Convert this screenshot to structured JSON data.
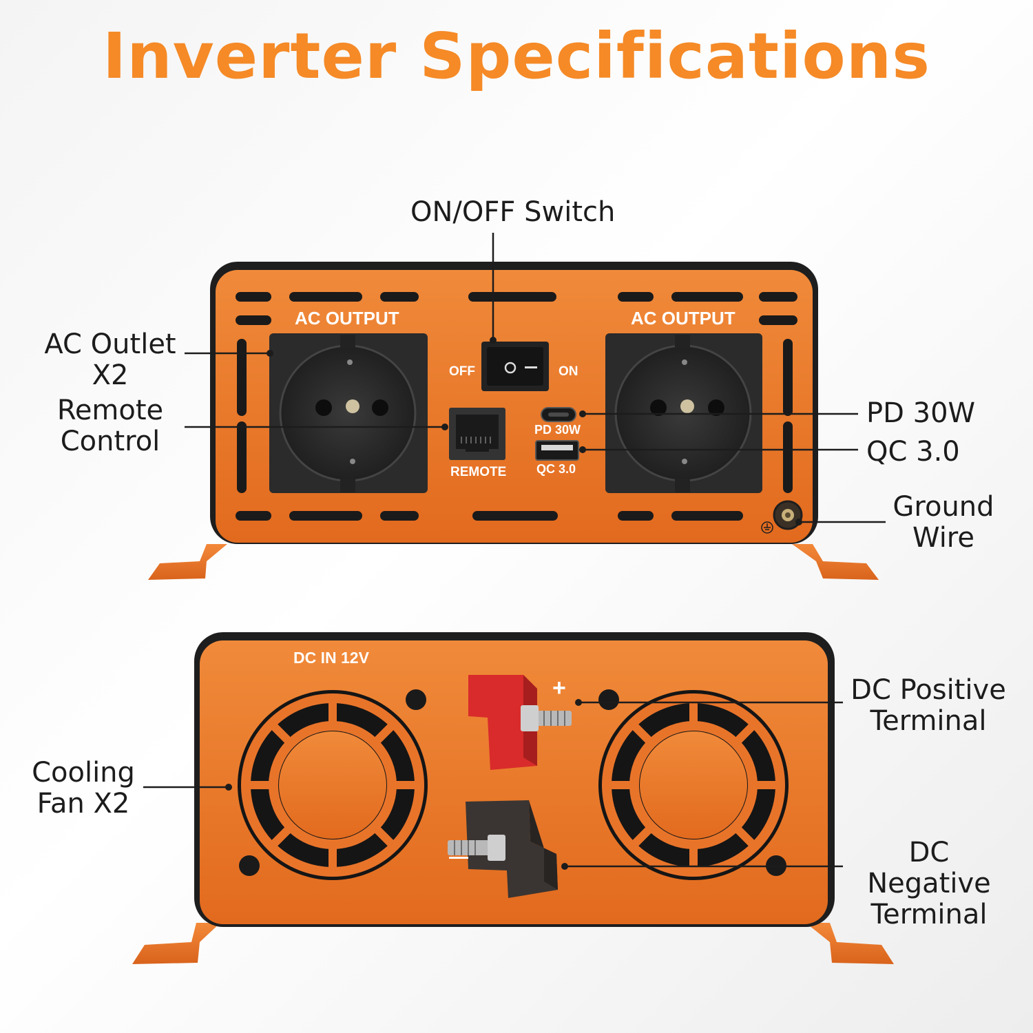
{
  "title": "Inverter Specifications",
  "colors": {
    "accent": "#f58a27",
    "housing": "#e8742a",
    "frame": "#1e1e1e",
    "socket": "#2b2b2b",
    "terminal_positive": "#d92b2b",
    "terminal_negative": "#3a3532"
  },
  "front_panel": {
    "ac_output_left": "AC OUTPUT",
    "ac_output_right": "AC OUTPUT",
    "switch_off": "OFF",
    "switch_on": "ON",
    "remote_port": "REMOTE",
    "pd_port": "PD 30W",
    "qc_port": "QC 3.0"
  },
  "rear_panel": {
    "dc_in": "DC IN 12V",
    "positive_sign": "+",
    "negative_sign": "—"
  },
  "callouts": {
    "switch": "ON/OFF Switch",
    "ac_outlet": "AC Outlet\nX2",
    "remote": "Remote\nControl",
    "pd": "PD 30W",
    "qc": "QC 3.0",
    "ground": "Ground\nWire",
    "dc_positive": "DC Positive\nTerminal",
    "cooling_fan": "Cooling\nFan X2",
    "dc_negative": "DC Negative\nTerminal"
  },
  "icons": [
    "ground-symbol-icon",
    "usb-c-port-icon",
    "usb-a-port-icon",
    "rj45-port-icon",
    "fan-icon",
    "screw-icon"
  ]
}
